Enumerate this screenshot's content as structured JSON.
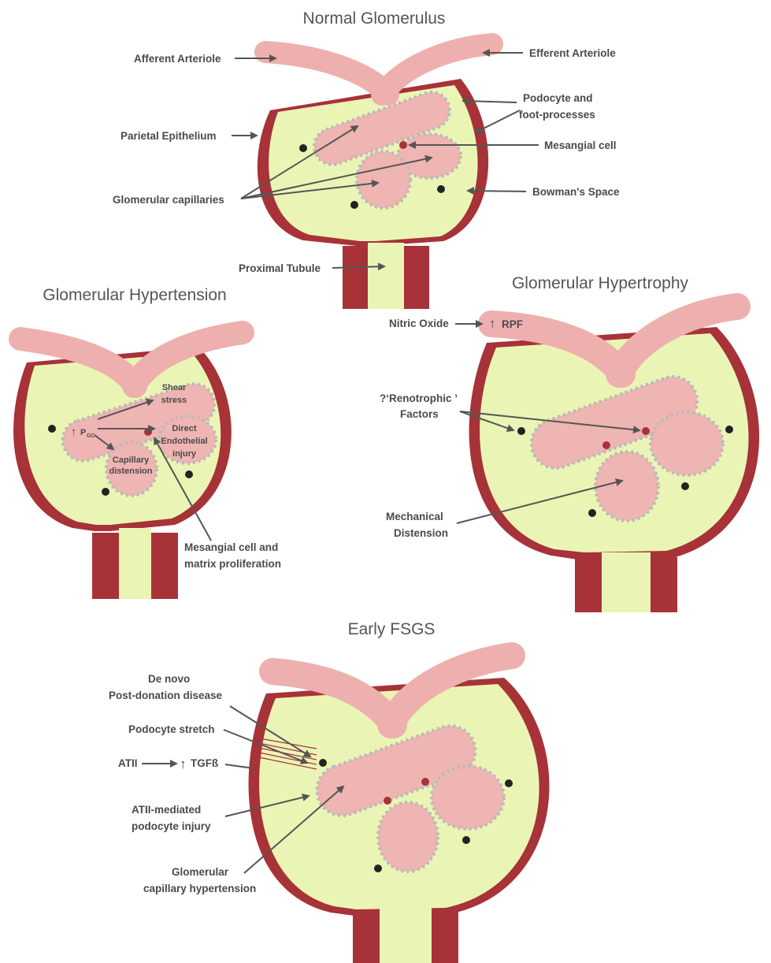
{
  "panels": {
    "normal": {
      "title": "Normal Glomerulus",
      "labels": {
        "afferent": "Afferent Arteriole",
        "efferent": "Efferent Arteriole",
        "podocyte_1": "Podocyte  and",
        "podocyte_2": "foot-processes",
        "parietal": "Parietal Epithelium",
        "mesangial": "Mesangial  cell",
        "capillaries": "Glomerular capillaries",
        "bowman": "Bowman's Space",
        "tubule": "Proximal Tubule"
      }
    },
    "hypertension": {
      "title": "Glomerular Hypertension",
      "labels": {
        "shear_1": "Shear",
        "shear_2": "stress",
        "pgc_arrow": "↑",
        "pgc_p": "P",
        "pgc_sub": "GC",
        "direct_1": "Direct",
        "direct_2": "Endothelial",
        "direct_3": "injury",
        "capillary_1": "Capillary",
        "capillary_2": "distension",
        "mesangial_1": "Mesangial  cell and",
        "mesangial_2": "matrix proliferation"
      }
    },
    "hypertrophy": {
      "title": "Glomerular Hypertrophy",
      "labels": {
        "nitric": "Nitric Oxide",
        "rpf_arrow": "↑",
        "rpf": "RPF",
        "renotrophic_1": "?‘Renotrophic ’",
        "renotrophic_2": "Factors",
        "mechanical_1": "Mechanical",
        "mechanical_2": "Distension"
      }
    },
    "fsgs": {
      "title": "Early FSGS",
      "labels": {
        "denovo_1": "De novo",
        "denovo_2": "Post-donation disease",
        "stretch": "Podocyte  stretch",
        "atii": "ATII",
        "tgf_arrow": "↑",
        "tgf": "TGFß",
        "atii_med_1": "ATII-mediated",
        "atii_med_2": "podocyte  injury",
        "glom_1": "Glomerular",
        "glom_2": "capillary hypertension"
      }
    }
  },
  "colors": {
    "bowman_space": "#eaf5b5",
    "capsule": "#a73238",
    "capillary": "#efb5b2",
    "arteriole": "#eeb0ae",
    "arteriole_dark": "#dd8b88",
    "podocyte": "#b9b9b9",
    "nucleus": "#222222",
    "text": "#4a4a4a"
  }
}
